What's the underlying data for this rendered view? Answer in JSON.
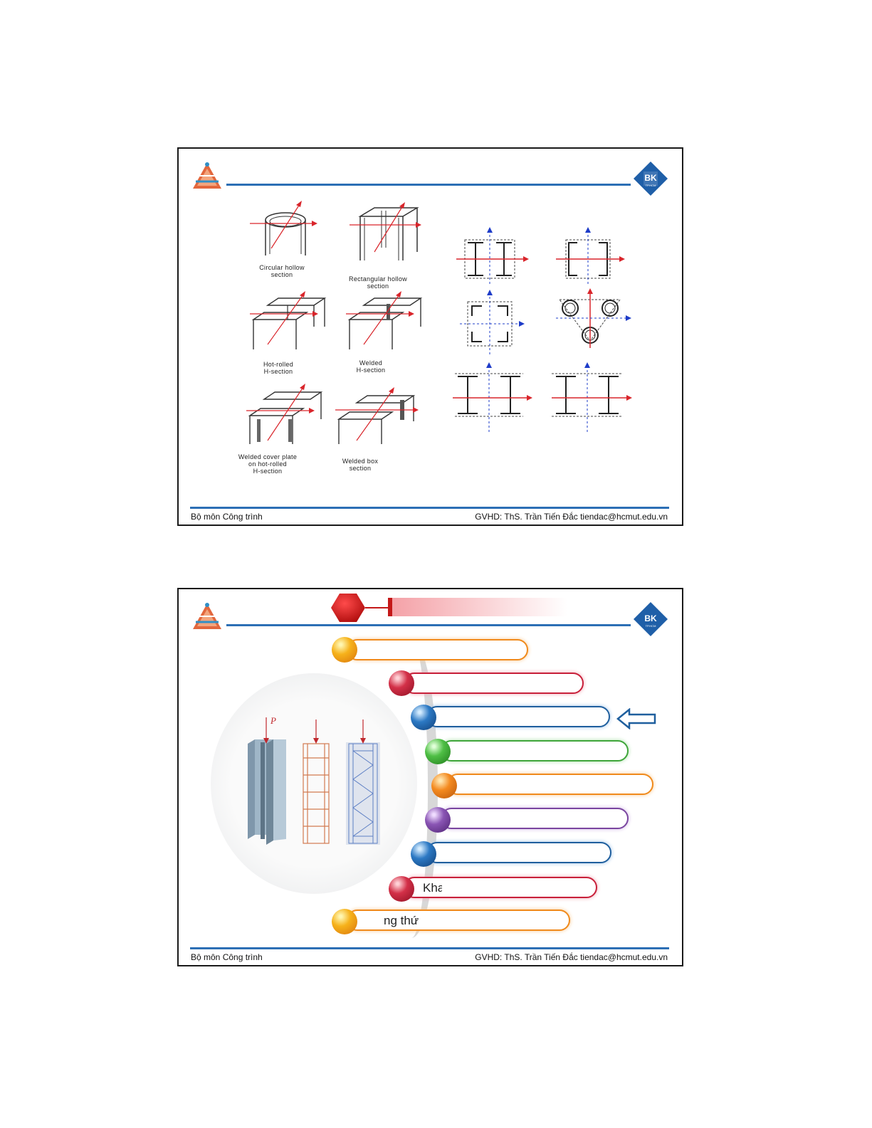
{
  "footer": {
    "left": "Bộ môn Công trình",
    "right": "GVHD: ThS. Trần Tiến Đắc tiendac@hcmut.edu.vn"
  },
  "logo": {
    "right_text": "BK",
    "right_sub": "TP.HCM"
  },
  "slide1": {
    "labels": {
      "circular": [
        "Circular hollow",
        "section"
      ],
      "rectangular": [
        "Rectangular hollow",
        "section"
      ],
      "hot_rolled": [
        "Hot-rolled",
        "H-section"
      ],
      "welded": [
        "Welded",
        "H-section"
      ],
      "cover_plate": [
        "Welded cover plate",
        "on hot-rolled",
        "H-section"
      ],
      "welded_box": [
        "Welded box",
        "section"
      ]
    }
  },
  "slide2": {
    "menu_texts": [
      "Kha",
      "ng thứ"
    ],
    "diagram_label": "P",
    "colors": {
      "orange": "#f08a1c",
      "red": "#c8203a",
      "blue": "#1f5f9e",
      "green": "#3fa63a",
      "purple": "#7a46a0"
    }
  }
}
